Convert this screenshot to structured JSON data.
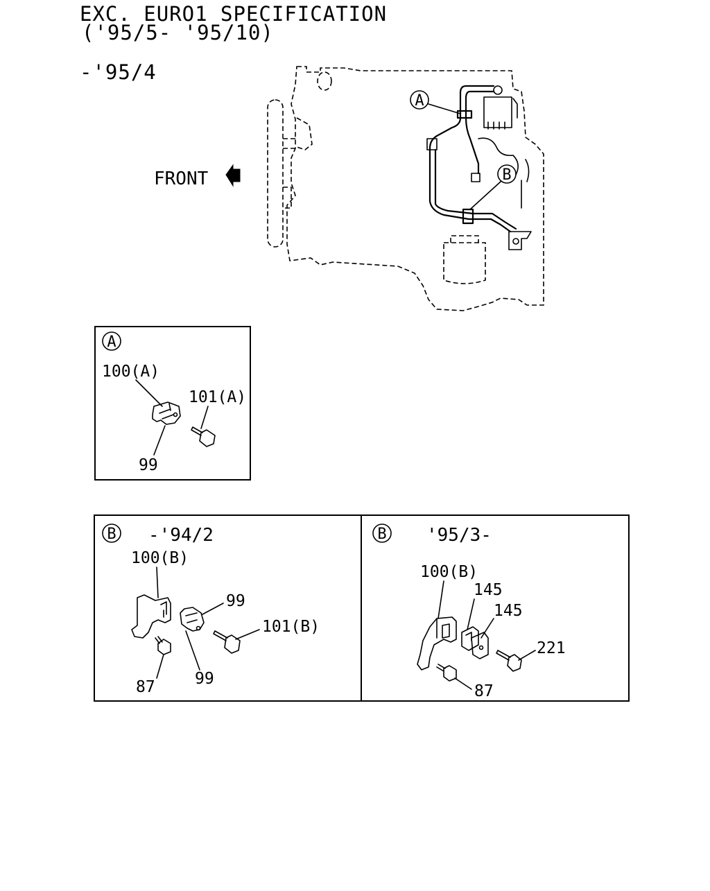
{
  "header": {
    "title_line1": "EXC. EURO1 SPECIFICATION",
    "title_line2": "('95/5- '95/10)",
    "main_period": "-'95/4"
  },
  "main_view": {
    "front_label": "FRONT",
    "callout_a": "A",
    "callout_b": "B"
  },
  "detail_a": {
    "marker": "A",
    "labels": {
      "clip": "100(A)",
      "bolt": "101(A)",
      "clamp": "99"
    }
  },
  "detail_b1": {
    "marker": "B",
    "period": "-'94/2",
    "labels": {
      "bracket": "100(B)",
      "clamp_top": "99",
      "bolt": "101(B)",
      "bolt_small": "87",
      "clamp_bottom": "99"
    }
  },
  "detail_b2": {
    "marker": "B",
    "period": "'95/3-",
    "labels": {
      "bracket": "100(B)",
      "clip1": "145",
      "clip2": "145",
      "bolt": "221",
      "bolt_small": "87"
    }
  }
}
